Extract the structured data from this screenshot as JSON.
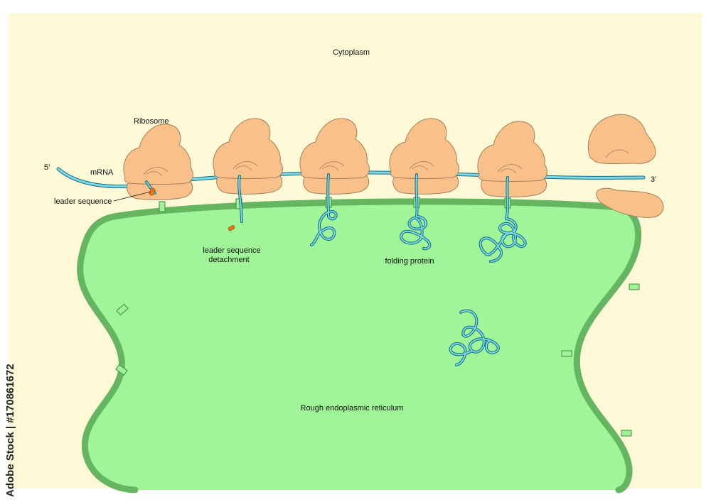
{
  "labels": {
    "cytoplasm": "Cytoplasm",
    "ribosome": "Ribosome",
    "five_prime": "5’",
    "three_prime": "3’",
    "mrna": "mRNA",
    "leader_sequence": "leader sequence",
    "leader_detachment_line1": "leader sequence",
    "leader_detachment_line2": "detachment",
    "folding_protein": "folding protein",
    "rough_er": "Rough endoplasmic reticulum"
  },
  "watermark": "Adobe Stock | #170861672",
  "colors": {
    "cytoplasm": "#fdf8d6",
    "er_lumen": "#9ff597",
    "er_membrane": "#66b560",
    "ribosome": "#f9c08a",
    "ribosome_outline": "#a37f5a",
    "mrna": "#7fd8e6",
    "leader": "#e8771c"
  },
  "ribosome_count": 6
}
